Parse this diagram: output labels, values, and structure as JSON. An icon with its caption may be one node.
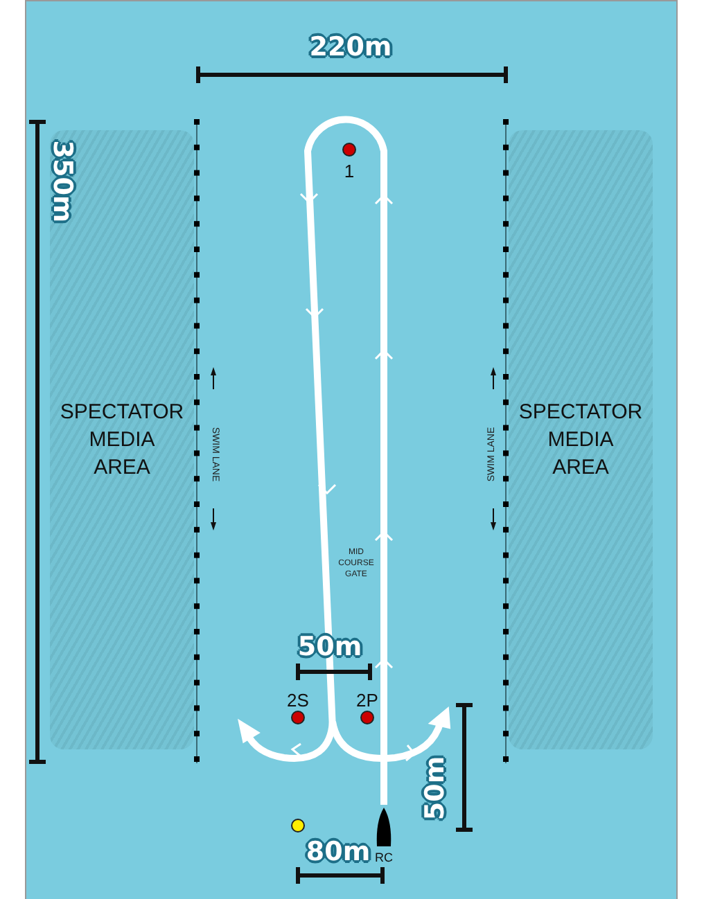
{
  "diagram": {
    "nodes": [
      {
        "text": [
          "SPECTATOR MEDIA AREA"
        ]
      },
      {
        "text": [
          "1"
        ]
      },
      {
        "text": [
          "SPECTATOR MEDIA AREA"
        ]
      },
      {
        "text": [
          "2S"
        ]
      },
      {
        "text": [
          "2P"
        ]
      },
      {
        "text": [],
        "shape": "circle"
      },
      {
        "text": [
          "RC"
        ]
      }
    ],
    "labels": [
      "220m",
      "350m",
      "SWIM LANE",
      "SWIM LANE",
      "MID COURSE GATE",
      "50m",
      "50m",
      "80m"
    ]
  }
}
